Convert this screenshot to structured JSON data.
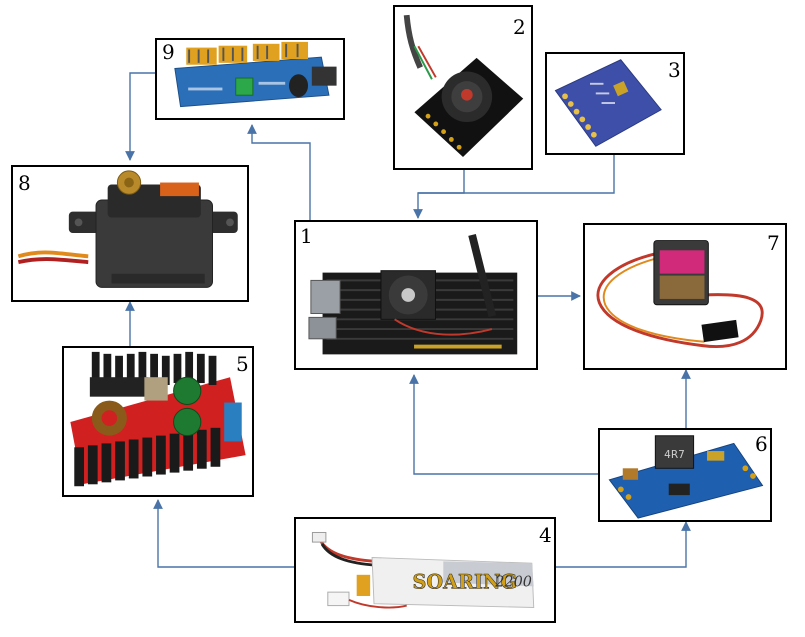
{
  "components": [
    {
      "id": "1",
      "label": "1",
      "name": "single-board-computer"
    },
    {
      "id": "2",
      "label": "2",
      "name": "camera-module"
    },
    {
      "id": "3",
      "label": "3",
      "name": "imu-sensor-module"
    },
    {
      "id": "4",
      "label": "4",
      "name": "lipo-battery"
    },
    {
      "id": "5",
      "label": "5",
      "name": "boost-converter"
    },
    {
      "id": "6",
      "label": "6",
      "name": "buck-converter"
    },
    {
      "id": "7",
      "label": "7",
      "name": "micro-servo"
    },
    {
      "id": "8",
      "label": "8",
      "name": "servo-motor"
    },
    {
      "id": "9",
      "label": "9",
      "name": "pwm-servo-driver"
    }
  ],
  "printed_text": {
    "battery_brand": "SOARING",
    "battery_capacity": "2200",
    "inductor_marking": "4R7"
  },
  "colors": {
    "arrow": "#4a74a8",
    "border": "#000000"
  }
}
